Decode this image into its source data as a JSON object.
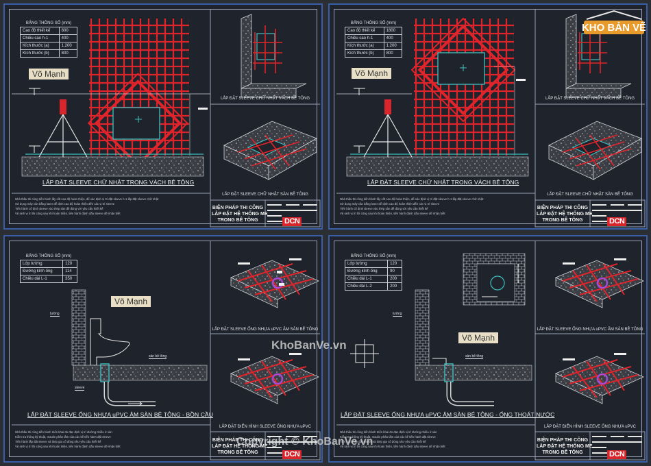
{
  "author": "Võ Mạnh",
  "logo": "DCN",
  "title_block": {
    "line1": "BIỆN PHÁP THI CÔNG",
    "line2": "LẮP ĐẶT HỆ THỐNG ME",
    "line3": "TRONG BÊ TÔNG"
  },
  "watermark": {
    "center": "KhoBanVe.vn",
    "copyright": "Copyright © KhoBanVe.vn",
    "brand": "KHOBANVE"
  },
  "sheets": [
    {
      "main_title": "LẮP ĐẶT SLEEVE CHỮ NHẬT TRONG VÁCH BÊ TÔNG",
      "sub_caption_top": "LẮP ĐẶT SLEEVE CHỮ NHẬT VÁCH BÊ TÔNG",
      "sub_caption_bottom": "LẮP ĐẶT SLEEVE CHỮ NHẬT SÀN BÊ TÔNG",
      "table": {
        "header": "BẢNG THÔNG SỐ (mm)",
        "rows": [
          [
            "Cao độ thiết kế",
            "800"
          ],
          [
            "Chiều cao h-1",
            "400"
          ],
          [
            "Kích thước (a)",
            "1.200"
          ],
          [
            "Kích thước (b)",
            "800"
          ]
        ]
      }
    },
    {
      "main_title": "LẮP ĐẶT SLEEVE CHỮ NHẬT TRONG VÁCH BÊ TÔNG",
      "sub_caption_top": "LẮP ĐẶT SLEEVE CHỮ NHẬT VÁCH BÊ TÔNG",
      "sub_caption_bottom": "LẮP ĐẶT SLEEVE CHỮ NHẬT SÀN BÊ TÔNG",
      "table": {
        "header": "BẢNG THÔNG SỐ (mm)",
        "rows": [
          [
            "Cao độ thiết kế",
            "1800"
          ],
          [
            "Chiều cao h-1",
            "400"
          ],
          [
            "Kích thước (a)",
            "1.200"
          ],
          [
            "Kích thước (b)",
            "800"
          ]
        ]
      }
    },
    {
      "main_title": "LẮP ĐẶT SLEEVE ỐNG NHỰA uPVC ÂM SÀN BÊ TÔNG - BỒN CẦU",
      "sub_caption_top": "LẮP ĐẶT SLEEVE ỐNG NHỰA uPVC ÂM SÀN BÊ TÔNG",
      "sub_caption_bottom": "LẮP ĐẶT ĐIỂN HÌNH SLEEVE ỐNG NHỰA uPVC",
      "table": {
        "header": "BẢNG THÔNG SỐ (mm)",
        "rows": [
          [
            "Lớp tường",
            "120"
          ],
          [
            "Đường kính ống",
            "114"
          ],
          [
            "Chiều dài L-1",
            "350"
          ]
        ]
      },
      "tags": [
        "tường",
        "sàn bê tông",
        "sleeve"
      ]
    },
    {
      "main_title": "LẮP ĐẶT SLEEVE ỐNG NHỰA uPVC ÂM SÀN BÊ TÔNG - ỐNG THOÁT NƯỚC",
      "sub_caption_top": "LẮP ĐẶT SLEEVE ỐNG NHỰA uPVC ÂM SÀN BÊ TÔNG",
      "sub_caption_bottom": "LẮP ĐẶT ĐIỂN HÌNH SLEEVE ỐNG NHỰA uPVC",
      "table": {
        "header": "BẢNG THÔNG SỐ (mm)",
        "rows": [
          [
            "Lớp tường",
            "120"
          ],
          [
            "Đường kính ống",
            "90"
          ],
          [
            "Chiều dài L-1",
            "200"
          ],
          [
            "Chiều dài L-2",
            "200"
          ]
        ]
      },
      "tags": [
        "tường",
        "sàn bê tông"
      ]
    }
  ],
  "notes_a": [
    "Nhà thầu thi công tiến hành lấy cốt cao độ hoàn thiện, để xác định vị trí đặt sleeve h-1 lắp đặt sleeve chữ nhật",
    "Sử dụng máy cân bằng laser để định cao độ hoàn thiện đến các vị trí sleeve",
    "Tiến hành cố định sleeve vào thép sàn để đúng với yêu cầu thiết kế",
    "Vệ sinh vị trí thi công sau khi hoàn thiện, tiến hành đánh dấu sleeve để nhận biết"
  ],
  "notes_b": [
    "Nhà thầu thi công tiến hành triển khai đo đạc định vị trí đường nhiều ở sàn",
    "Kiểm tra thông kỹ thuật, maulin phân tầm của các kế tiến hành đặt sleeve",
    "Tiến hành lắp đặt sleeve và thép gia cố đúng như yêu cầu thiết kế",
    "Vệ sinh vị trí thi công sau khi hoàn thiện, tiến hành đánh dấu sleeve để nhận biết"
  ]
}
